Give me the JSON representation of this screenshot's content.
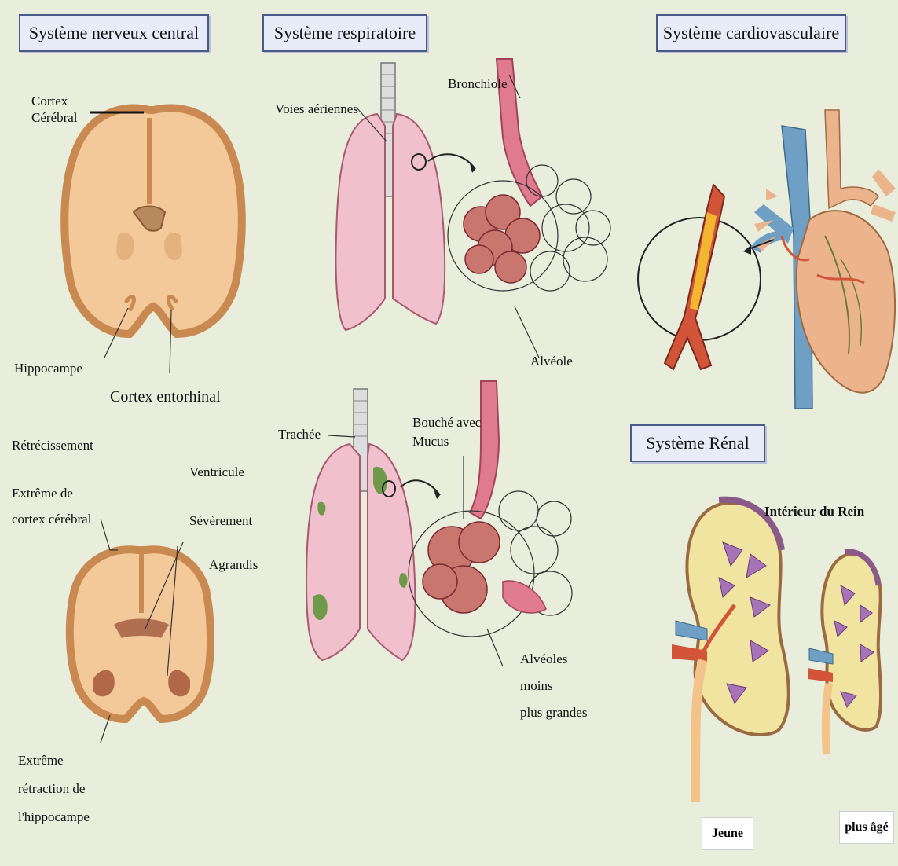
{
  "colors": {
    "background": "#e9eddc",
    "title_fill": "#e8ebf8",
    "title_border": "#4a5a8a",
    "brain_fill": "#f3c99a",
    "brain_border": "#d49a62",
    "lung_fill": "#f0c0cc",
    "lung_border": "#a65a6e",
    "alveolus_fill": "#c9776e",
    "mucus_green": "#6f9a4a",
    "vein_blue": "#6f9fc4",
    "artery_red": "#d2553a",
    "heart_fill": "#ecb48c",
    "kidney_fill": "#f1e4a0",
    "kidney_inner": "#a574b6"
  },
  "nervous": {
    "title": "Système nerveux central",
    "labels": {
      "cortex": "Cortex\nCérébral",
      "hippocampe": "Hippocampe",
      "entorhinal": "Cortex entorhinal",
      "retrecissement": "Rétrécissement",
      "extreme_cortex": "Extrême de\ncortex cérébral",
      "ventricule": "Ventricule",
      "severement": "Sévèrement",
      "agrandis": "Agrandis",
      "retraction": "Extrême\nrétraction de\nl'hippocampe"
    }
  },
  "respiratory": {
    "title": "Système respiratoire",
    "labels": {
      "voies": "Voies aériennes",
      "bronchiole": "Bronchiole",
      "alveole": "Alvéole",
      "trachee": "Trachée",
      "bouche": "Bouché avec\nMucus",
      "alveoles": "Alvéoles\nmoins\nplus grandes"
    }
  },
  "cardio": {
    "title": "Système cardiovasculaire"
  },
  "renal": {
    "title": "Système Rénal",
    "interior": "Intérieur du Rein",
    "young": "Jeune",
    "old": "plus âgé"
  }
}
